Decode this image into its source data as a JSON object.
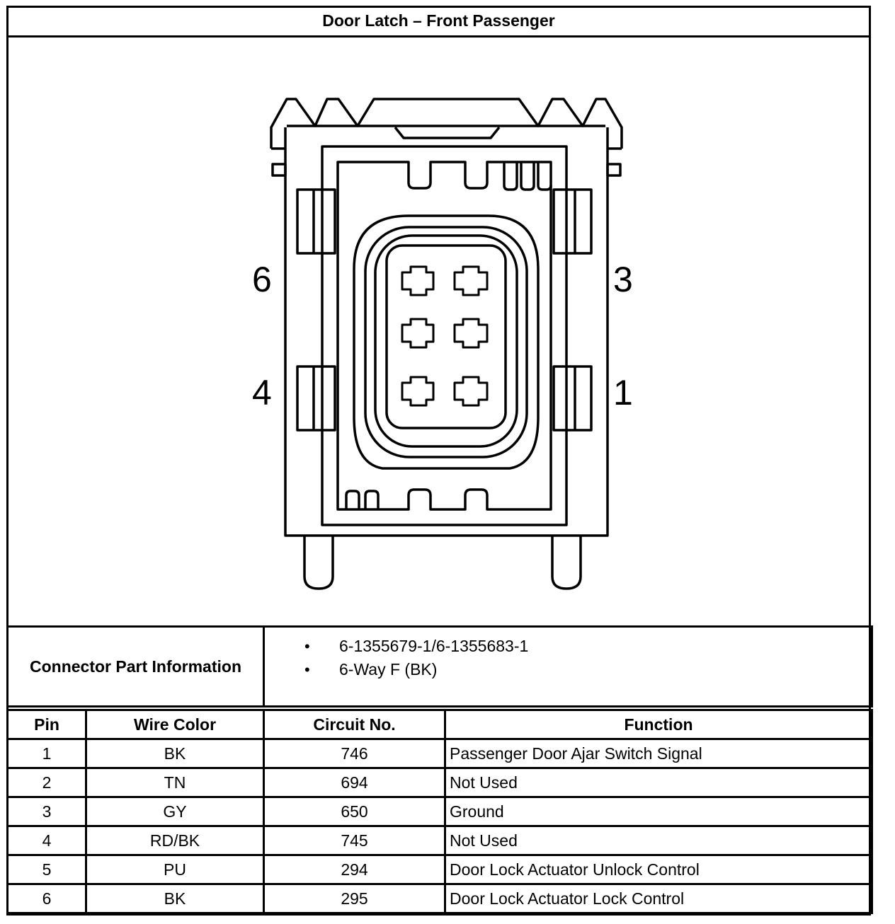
{
  "title": "Door Latch – Front Passenger",
  "pin_labels": {
    "top_left": "6",
    "bottom_left": "4",
    "top_right": "3",
    "bottom_right": "1"
  },
  "connector_info": {
    "label": "Connector Part Information",
    "items": [
      "6-1355679-1/6-1355683-1",
      "6-Way F (BK)"
    ]
  },
  "pin_table": {
    "headers": {
      "pin": "Pin",
      "wire_color": "Wire Color",
      "circuit": "Circuit No.",
      "function": "Function"
    },
    "rows": [
      {
        "pin": "1",
        "wire_color": "BK",
        "circuit": "746",
        "function": "Passenger Door Ajar Switch Signal"
      },
      {
        "pin": "2",
        "wire_color": "TN",
        "circuit": "694",
        "function": "Not Used"
      },
      {
        "pin": "3",
        "wire_color": "GY",
        "circuit": "650",
        "function": "Ground"
      },
      {
        "pin": "4",
        "wire_color": "RD/BK",
        "circuit": "745",
        "function": "Not Used"
      },
      {
        "pin": "5",
        "wire_color": "PU",
        "circuit": "294",
        "function": "Door Lock Actuator Unlock Control"
      },
      {
        "pin": "6",
        "wire_color": "BK",
        "circuit": "295",
        "function": "Door Lock Actuator Lock Control"
      }
    ]
  }
}
